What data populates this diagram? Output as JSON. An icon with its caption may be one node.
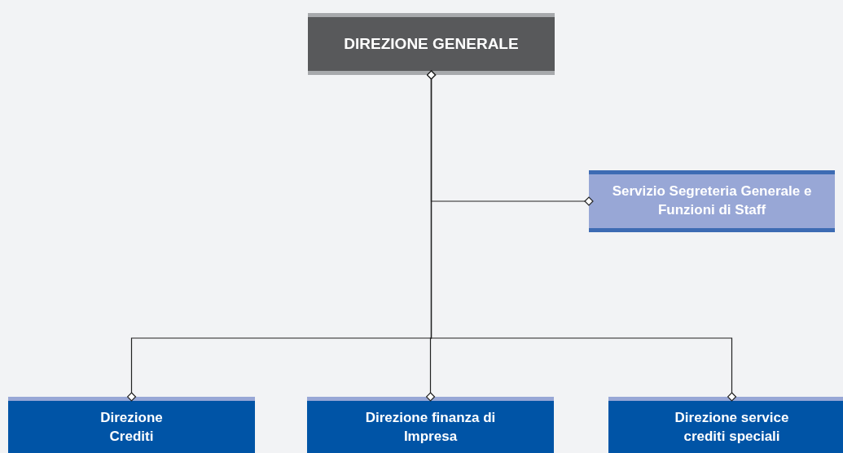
{
  "diagram": {
    "nodes": [
      {
        "text": [
          "DIREZIONE GENERALE"
        ]
      },
      {
        "text": [
          "Servizio Segreteria Generale e Funzioni di Staff"
        ]
      },
      {
        "text": [
          "Direzione Crediti"
        ]
      },
      {
        "text": [
          "Direzione finanza di Impresa"
        ]
      },
      {
        "text": [
          "Direzione service crediti speciali"
        ]
      }
    ],
    "edges": [
      {
        "from": 0,
        "to": 1,
        "arrow": "other"
      },
      {
        "from": 0,
        "to": 2,
        "arrow": "other"
      },
      {
        "from": 0,
        "to": 3,
        "arrow": "other"
      },
      {
        "from": 0,
        "to": 4,
        "arrow": "other"
      }
    ]
  }
}
